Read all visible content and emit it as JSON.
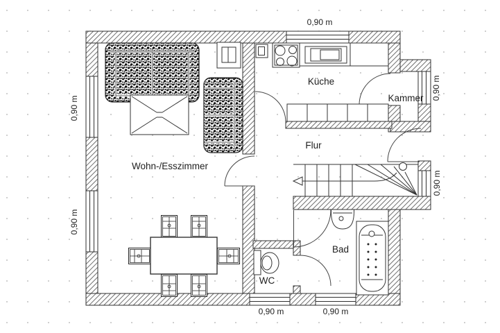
{
  "plan": {
    "type": "floor-plan",
    "rooms": {
      "living": {
        "label": "Wohn-/Esszimmer"
      },
      "kitchen": {
        "label": "Küche"
      },
      "pantry": {
        "label": "Kammer"
      },
      "hallway": {
        "label": "Flur"
      },
      "bathroom": {
        "label": "Bad"
      },
      "toilet": {
        "label": "WC"
      }
    },
    "window_dimensions": {
      "top": "0,90 m",
      "left_upper": "0,90 m",
      "left_lower": "0,90 m",
      "right_pantry": "0,90 m",
      "right_stairs": "0,90 m",
      "bottom_toilet": "0,90 m",
      "bottom_bathroom": "0,90 m"
    },
    "colors": {
      "wall_outline": "#2f2f2f",
      "hatch": "#6f6f6f",
      "label_text": "#1e1e1e",
      "dot_grid": "#bfbfbf"
    }
  }
}
